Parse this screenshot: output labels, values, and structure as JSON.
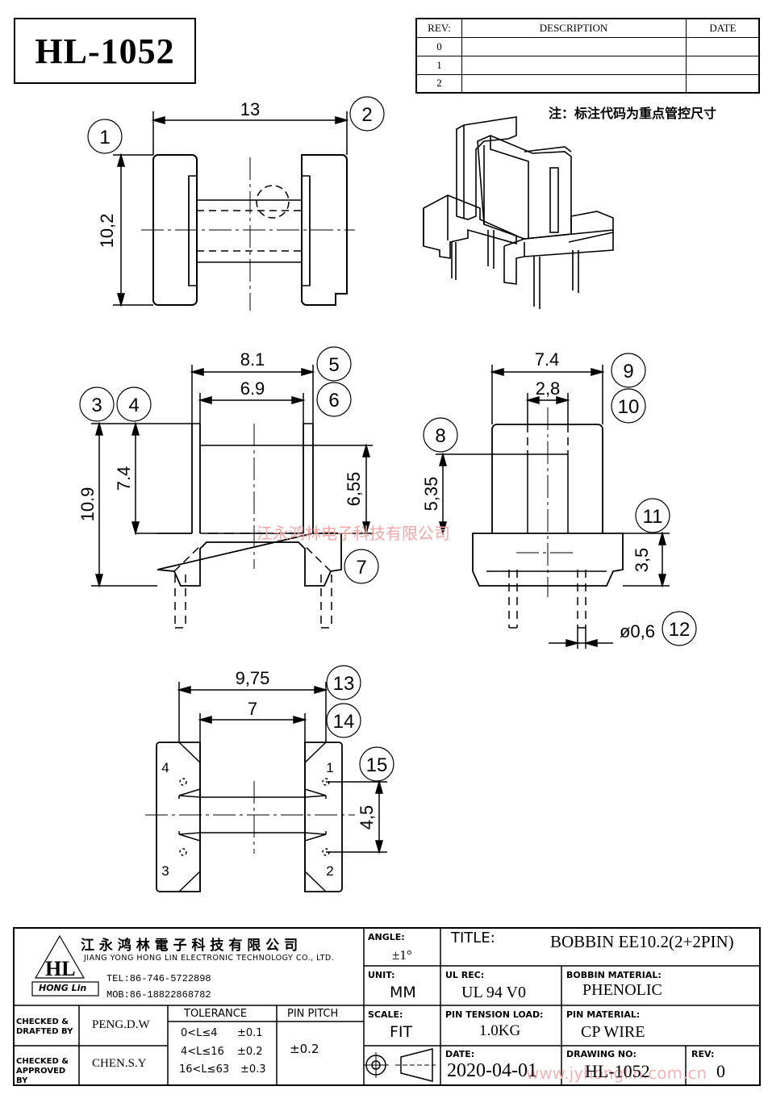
{
  "part_number": "HL-1052",
  "revision_table": {
    "headers": {
      "rev": "REV:",
      "description": "DESCRIPTION",
      "date": "DATE"
    },
    "rows": [
      "0",
      "1",
      "2"
    ]
  },
  "note": "注：标注代码为重点管控尺寸",
  "dimensions": {
    "d13": "13",
    "d10_2": "10,2",
    "d8_1": "8.1",
    "d6_9": "6.9",
    "d10_9": "10.9",
    "d7_4a": "7.4",
    "d6_55": "6,55",
    "d7_4b": "7.4",
    "d2_8": "2,8",
    "d5_35": "5,35",
    "d3_5": "3,5",
    "d0_6": "ø0,6",
    "d9_75": "9,75",
    "d7": "7",
    "d4_5": "4,5"
  },
  "callouts": [
    "1",
    "2",
    "3",
    "4",
    "5",
    "6",
    "7",
    "8",
    "9",
    "10",
    "11",
    "12",
    "13",
    "14",
    "15"
  ],
  "pin_labels": {
    "p1": "1",
    "p2": "2",
    "p3": "3",
    "p4": "4"
  },
  "watermark": "江永鸿林电子科技有限公司",
  "watermark_url": "www.jyhonglin.com.cn",
  "company": {
    "name_cn": "江 永 鸿 林 電 子 科 技 有 限 公 司",
    "name_en": "JIANG YONG HONG LIN ELECTRONIC TECHNOLOGY CO., LTD.",
    "logo_text": "HL",
    "logo_sub": "HONG Lin",
    "tel": "TEL:86-746-5722898",
    "mob": "MOB:86-18822868782"
  },
  "title_block": {
    "angle_label": "ANGLE:",
    "angle_value": "±1°",
    "title_label": "TITLE:",
    "title_value": "BOBBIN EE10.2(2+2PIN)",
    "unit_label": "UNIT:",
    "unit_value": "MM",
    "ul_label": "UL REC:",
    "ul_value": "UL 94 V0",
    "material_label": "BOBBIN MATERIAL:",
    "material_value": "PHENOLIC",
    "scale_label": "SCALE:",
    "scale_value": "FIT",
    "tension_label": "PIN TENSION LOAD:",
    "tension_value": "1.0KG",
    "pin_material_label": "PIN MATERIAL:",
    "pin_material_value": "CP WIRE",
    "date_label": "DATE:",
    "date_value": "2020-04-01",
    "drawing_no_label": "DRAWING NO:",
    "drawing_no_value": "HL-1052",
    "rev_label": "REV:",
    "rev_value": "0",
    "checked_drafted_label": "CHECKED & DRAFTED BY",
    "checked_drafted_value": "PENG.D.W",
    "checked_approved_label": "CHECKED & APPROVED BY",
    "checked_approved_value": "CHEN.S.Y",
    "tolerance_label": "TOLERANCE",
    "tolerance_rows": [
      {
        "range": "0<L≤4",
        "tol": "±0.1"
      },
      {
        "range": "4<L≤16",
        "tol": "±0.2"
      },
      {
        "range": "16<L≤63",
        "tol": "±0.3"
      }
    ],
    "pin_pitch_label": "PIN PITCH",
    "pin_pitch_value": "±0.2"
  }
}
